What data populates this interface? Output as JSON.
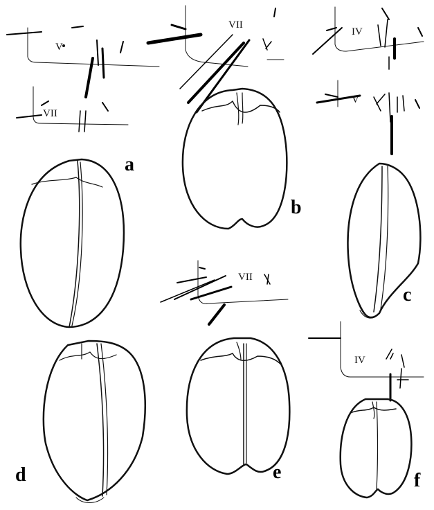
{
  "panels": [
    {
      "id": "a",
      "label": "a",
      "segments": [
        "V",
        "VII"
      ]
    },
    {
      "id": "b",
      "label": "b",
      "segments": [
        "VII"
      ]
    },
    {
      "id": "c",
      "label": "c",
      "segments": [
        "IV",
        "V"
      ]
    },
    {
      "id": "d",
      "label": "d",
      "segments": []
    },
    {
      "id": "e",
      "label": "e",
      "segments": [
        "VII"
      ]
    },
    {
      "id": "f",
      "label": "f",
      "segments": [
        "IV"
      ]
    }
  ],
  "colors": {
    "ink": "#111111",
    "background": "#ffffff"
  }
}
